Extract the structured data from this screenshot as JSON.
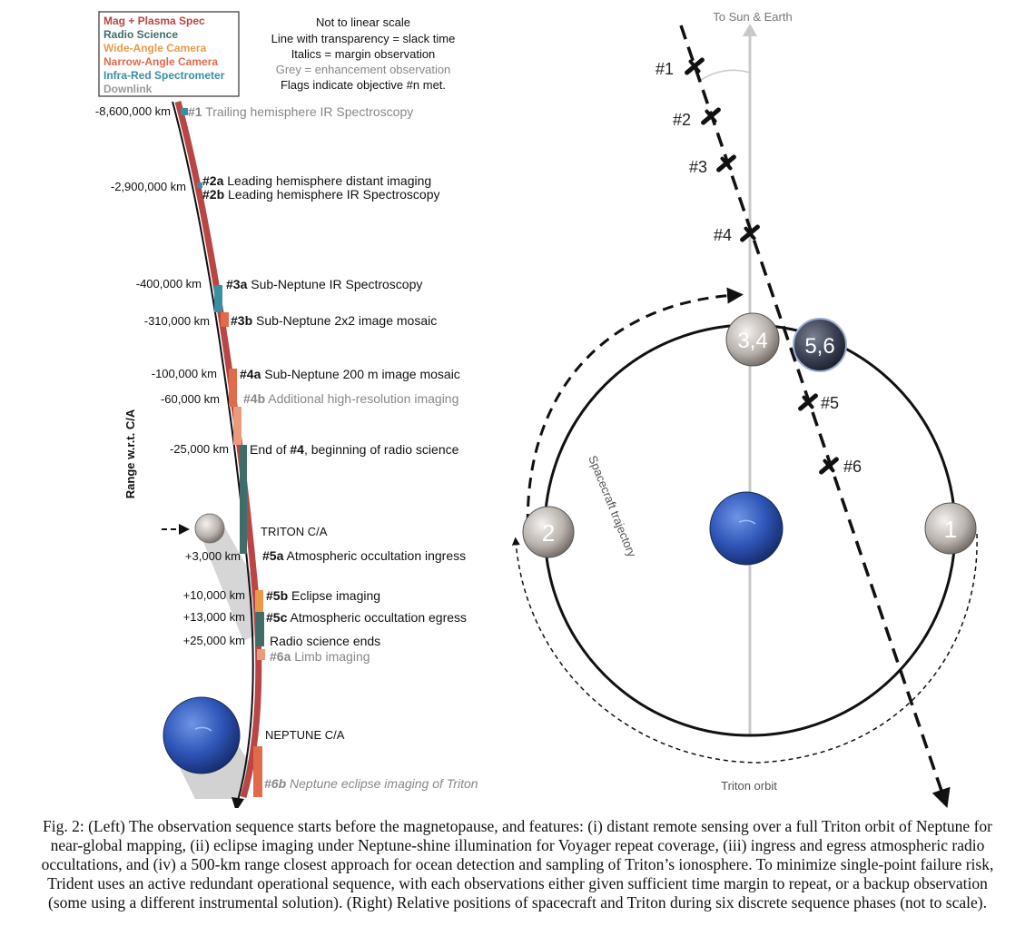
{
  "legend": {
    "items": [
      {
        "label": "Mag + Plasma Spec",
        "color": "#b94545"
      },
      {
        "label": "Radio Science",
        "color": "#3f6e6a"
      },
      {
        "label": "Wide-Angle Camera",
        "color": "#e89a4a"
      },
      {
        "label": "Narrow-Angle Camera",
        "color": "#e06a4a"
      },
      {
        "label": "Infra-Red Spectrometer",
        "color": "#3a8fa3"
      },
      {
        "label": "Downlink",
        "color": "#9a9a9a"
      }
    ]
  },
  "notes": [
    {
      "text": "Not to linear scale",
      "color": "#111111"
    },
    {
      "text": "Line with transparency = slack time",
      "color": "#111111"
    },
    {
      "text": "Italics = margin observation",
      "color": "#111111"
    },
    {
      "text": "Grey = enhancement observation",
      "color": "#888888"
    },
    {
      "text": "Flags indicate objective #n met.",
      "color": "#111111"
    }
  ],
  "axis_label": "Range w.r.t. C/A",
  "ranges": [
    "-8,600,000 km",
    "-2,900,000 km",
    "-400,000 km",
    "-310,000 km",
    "-100,000 km",
    "-60,000 km",
    "-25,000 km",
    "+3,000 km",
    "+10,000 km",
    "+13,000 km",
    "+25,000 km"
  ],
  "events": [
    {
      "num": "#1",
      "text": " Trailing hemisphere IR Spectroscopy"
    },
    {
      "num": "#2a",
      "text": " Leading hemisphere distant imaging"
    },
    {
      "num": "#2b",
      "text": " Leading hemisphere IR Spectroscopy"
    },
    {
      "num": "#3a",
      "text": " Sub-Neptune IR Spectroscopy"
    },
    {
      "num": "#3b",
      "text": " Sub-Neptune 2x2 image mosaic"
    },
    {
      "num": "#4a",
      "text": " Sub-Neptune 200 m image mosaic"
    },
    {
      "num": "#4b",
      "text": " Additional high-resolution imaging"
    },
    {
      "pre": "End of ",
      "num": "#4",
      "text": ", beginning of radio science"
    },
    {
      "text": "TRITON C/A"
    },
    {
      "num": "#5a",
      "text": " Atmospheric occultation ingress"
    },
    {
      "num": "#5b",
      "text": " Eclipse imaging"
    },
    {
      "num": "#5c",
      "text": " Atmospheric occultation egress"
    },
    {
      "text": "Radio science ends"
    },
    {
      "num": "#6a",
      "text": " Limb imaging"
    },
    {
      "text": "NEPTUNE C/A"
    },
    {
      "num": "#6b",
      "text": " Neptune eclipse imaging of Triton"
    }
  ],
  "right": {
    "sun_label": "To Sun & Earth",
    "traj_label": "Spacecraft trajectory",
    "orbit_label": "Triton orbit",
    "sc_labels": [
      "#1",
      "#2",
      "#3",
      "#4",
      "#5",
      "#6"
    ],
    "triton_labels": [
      "3,4",
      "5,6",
      "2",
      "1"
    ]
  },
  "caption": "Fig. 2: (Left) The observation sequence starts before the magnetopause, and features: (i) distant remote sensing over a full Triton orbit of Neptune for near-global mapping, (ii) eclipse imaging under Neptune-shine illumination for Voyager repeat coverage, (iii) ingress and egress atmospheric radio occultations, and (iv) a 500-km range closest approach for ocean detection and sampling of Triton’s ionosphere. To minimize single-point failure risk, Trident uses an active redundant operational sequence, with each observations either given sufficient time margin to repeat, or a backup observation (some using a different instrumental solution). (Right) Relative positions of spacecraft and Triton during six discrete sequence phases (not to scale)."
}
